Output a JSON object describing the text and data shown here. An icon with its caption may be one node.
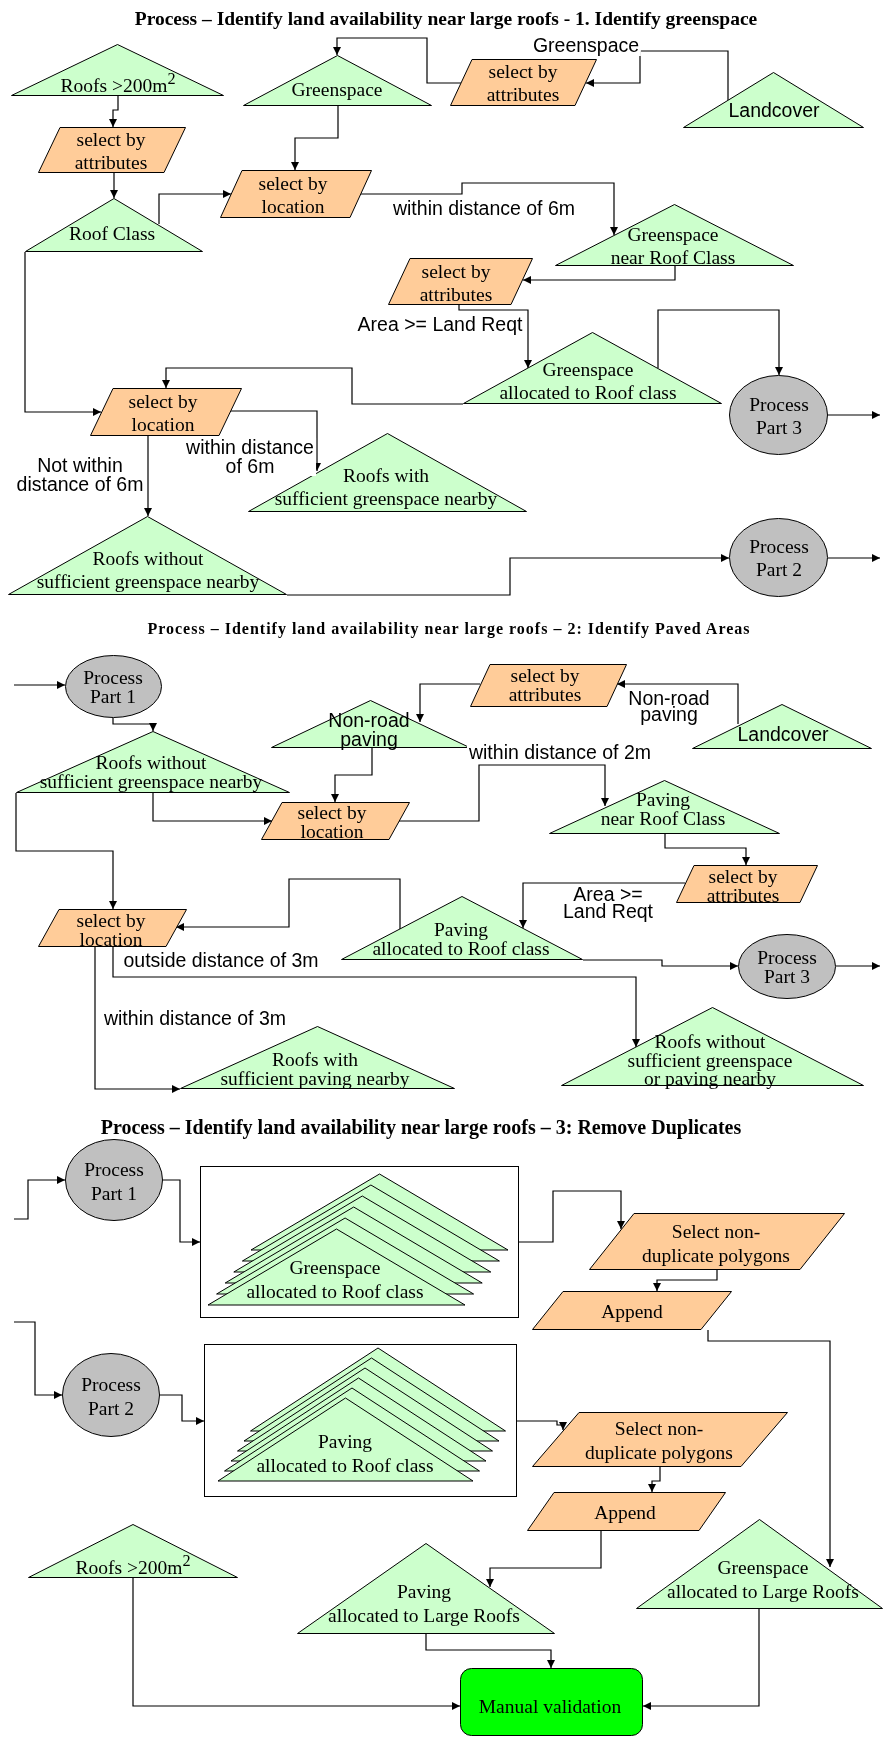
{
  "diagram": {
    "title": "Process – Identify land availability near large roofs - 1. Identify greenspace",
    "nodes": [
      {
        "text": [
          "Roofs >200m$^{2}$"
        ]
      },
      {
        "text": [
          "Greenspace"
        ]
      },
      {
        "text": [
          "select by attributes"
        ]
      },
      {
        "text": [
          "Landcover"
        ]
      },
      {
        "text": [
          "select by attributes"
        ]
      },
      {
        "text": [
          "select by location"
        ]
      },
      {
        "text": [
          "Roof Class"
        ]
      },
      {
        "text": [
          "Greenspace near Roof Class"
        ]
      },
      {
        "text": [
          "select by attributes"
        ]
      },
      {
        "text": [
          "Greenspace allocated to Roof class"
        ]
      },
      {
        "text": [
          "Process Part 3"
        ]
      },
      {
        "text": [
          "select by location"
        ]
      },
      {
        "text": [
          "Roofs with sufficient greenspace nearby"
        ]
      },
      {
        "text": [
          "Roofs without sufficient greenspace nearby"
        ]
      },
      {
        "text": [
          "Process Part 2"
        ]
      },
      {
        "text": [
          "Process Part 1"
        ]
      },
      {
        "text": [
          "Roofs without sufficient greenspace nearby"
        ]
      },
      {
        "text": [
          "select by attributes"
        ]
      },
      {
        "text": [
          "Non-road paving"
        ]
      },
      {
        "text": [
          "Landcover"
        ]
      },
      {
        "text": [
          "select by location"
        ]
      },
      {
        "text": [
          "Paving near Roof Class"
        ]
      },
      {
        "text": [
          "select by attributes"
        ]
      },
      {
        "text": [
          "Paving allocated to Roof class"
        ]
      },
      {
        "text": [
          "select by location"
        ]
      },
      {
        "text": [
          "Process Part 3"
        ]
      },
      {
        "text": [
          "Roofs with sufficient paving nearby"
        ]
      },
      {
        "text": [
          "Roofs without sufficient greenspace or paving nearby"
        ]
      },
      {
        "text": [
          "Process Part 1"
        ]
      },
      {
        "text": [],
        "shape": "box"
      },
      {
        "text": [
          "Greenspace allocated to Roof class"
        ],
        "in": 29
      },
      {
        "text": [
          "Select non-duplicate polygons"
        ]
      },
      {
        "text": [
          "Append"
        ]
      },
      {
        "text": [
          "Process Part 2"
        ]
      },
      {
        "text": [],
        "shape": "box"
      },
      {
        "text": [
          "Paving allocated to Roof class"
        ],
        "in": 34
      },
      {
        "text": [
          "Select non-duplicate polygons"
        ]
      },
      {
        "text": [
          "Append"
        ]
      },
      {
        "text": [
          "Roofs >200m$^{2}$"
        ]
      },
      {
        "text": [
          "Paving allocated to Large Roofs"
        ]
      },
      {
        "text": [
          "Greenspace allocated to Large Roofs"
        ]
      },
      {
        "text": [
          "Manual validation"
        ]
      }
    ],
    "edges": [
      {
        "from": 0,
        "to": 4,
        "arrow": "to"
      },
      {
        "from": 3,
        "to": 2,
        "arrow": "to",
        "label": "Greenspace"
      },
      {
        "from": 2,
        "to": 1,
        "arrow": "to"
      },
      {
        "from": 4,
        "to": 6,
        "arrow": "to"
      },
      {
        "from": 1,
        "to": 5,
        "arrow": "to"
      },
      {
        "from": 6,
        "to": 5,
        "arrow": "to"
      },
      {
        "from": 5,
        "to": 7,
        "arrow": "to",
        "label": "within distance of 6m"
      },
      {
        "from": 7,
        "to": 8,
        "arrow": "to"
      },
      {
        "from": 8,
        "to": 9,
        "arrow": "to",
        "label": "Area >= Land Reqt"
      },
      {
        "from": 9,
        "to": 10,
        "arrow": "to"
      },
      {
        "from": 10,
        "to": null,
        "arrow": "to"
      },
      {
        "from": 6,
        "to": 11,
        "arrow": "to"
      },
      {
        "from": 9,
        "to": 11,
        "arrow": "to"
      },
      {
        "from": 11,
        "to": 12,
        "arrow": "to",
        "label": "within distance of 6m"
      },
      {
        "from": 11,
        "to": 13,
        "arrow": "to",
        "label": "Not within distance of 6m"
      },
      {
        "from": 13,
        "to": 14,
        "arrow": "to"
      },
      {
        "from": 14,
        "to": null,
        "arrow": "to"
      },
      {
        "from": null,
        "to": 15,
        "arrow": "to"
      },
      {
        "from": 15,
        "to": 16,
        "arrow": "to"
      },
      {
        "from": 19,
        "to": 17,
        "arrow": "to",
        "label": "Non-road paving"
      },
      {
        "from": 17,
        "to": 18,
        "arrow": "to"
      },
      {
        "from": 18,
        "to": 20,
        "arrow": "to"
      },
      {
        "from": 16,
        "to": 20,
        "arrow": "to"
      },
      {
        "from": 20,
        "to": 21,
        "arrow": "to",
        "label": "within distance of 2m"
      },
      {
        "from": 21,
        "to": 22,
        "arrow": "to"
      },
      {
        "from": 22,
        "to": 23,
        "arrow": "to",
        "label": "Area >= Land Reqt"
      },
      {
        "from": 23,
        "to": 24,
        "arrow": "to"
      },
      {
        "from": 16,
        "to": 24,
        "arrow": "to"
      },
      {
        "from": 23,
        "to": 25,
        "arrow": "to"
      },
      {
        "from": 25,
        "to": null,
        "arrow": "to"
      },
      {
        "from": 24,
        "to": 26,
        "arrow": "to",
        "label": "within distance of 3m"
      },
      {
        "from": 24,
        "to": 27,
        "arrow": "to",
        "label": "outside distance of 3m"
      },
      {
        "from": null,
        "to": 28,
        "arrow": "to"
      },
      {
        "from": 28,
        "to": 29,
        "arrow": "to"
      },
      {
        "from": 29,
        "to": 31,
        "arrow": "to"
      },
      {
        "from": 31,
        "to": 32,
        "arrow": "to"
      },
      {
        "from": 32,
        "to": 40,
        "arrow": "to"
      },
      {
        "from": null,
        "to": 33,
        "arrow": "to"
      },
      {
        "from": 33,
        "to": 34,
        "arrow": "to"
      },
      {
        "from": 34,
        "to": 36,
        "arrow": "to"
      },
      {
        "from": 36,
        "to": 37,
        "arrow": "to"
      },
      {
        "from": 37,
        "to": 39,
        "arrow": "to"
      },
      {
        "from": 39,
        "to": 41,
        "arrow": "to"
      },
      {
        "from": 38,
        "to": 41,
        "arrow": "to"
      },
      {
        "from": 40,
        "to": 41,
        "arrow": "to"
      }
    ],
    "labels": [
      "Process – Identify land availability near large roofs – 2: Identify Paved Areas",
      "Process – Identify land availability near large roofs – 3: Remove Duplicates"
    ]
  }
}
